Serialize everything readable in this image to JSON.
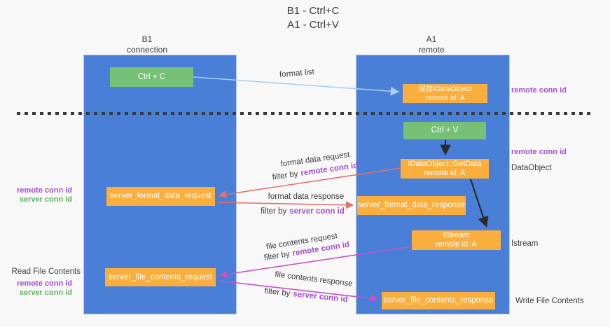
{
  "title": {
    "line1": "B1 - Ctrl+C",
    "line2": "A1 - Ctrl+V"
  },
  "lanes": {
    "left": {
      "name": "B1",
      "subtitle": "connection"
    },
    "right": {
      "name": "A1",
      "subtitle": "remote"
    }
  },
  "boxes": {
    "ctrl_c": "Ctrl + C",
    "ctrl_v": "Ctrl + V",
    "save_dataobject": {
      "line1": "保存IDataObject",
      "line2": "remote id: A"
    },
    "getdata": {
      "line1": "IDataObject::GetData",
      "line2": "remote id: A"
    },
    "istream": {
      "line1": "IStream",
      "line2": "remote id: A"
    },
    "server_format_data_request": "server_format_data_request",
    "server_format_data_response": "server_format_data_response",
    "server_file_contents_request": "server_file_contents_request",
    "server_file_contents_response": "server_file_contents_response"
  },
  "arrow_labels": {
    "format_list": "format list",
    "format_data_request": "format data request",
    "format_data_response": "format data response",
    "file_contents_request": "file contents request",
    "file_contents_response": "file contents response",
    "filter_by": "filter by",
    "remote_conn_id": "remote conn id",
    "server_conn_id": "server conn id"
  },
  "side_labels": {
    "remote_conn_id": "remote conn id",
    "server_conn_id": "server conn id",
    "dataobject": "DataObject",
    "istream": "Istream",
    "read_file_contents": "Read File Contents",
    "write_file_contents": "Write File Contents"
  },
  "colors": {
    "lane_blue": "#4a7fd8",
    "box_green": "#77c177",
    "box_orange": "#f9ae3d",
    "arrow_salmon": "#e0716b",
    "arrow_magenta": "#c553c5",
    "arrow_light_blue": "#a9cfef",
    "arrow_black": "#2b2b2b",
    "label_purple": "#a44fd0",
    "label_green": "#58b55c"
  }
}
